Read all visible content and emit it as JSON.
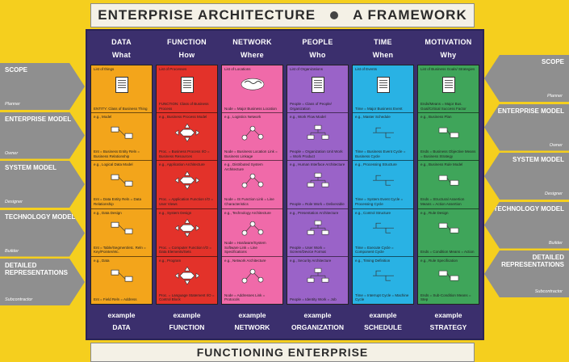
{
  "header": {
    "title_left": "ENTERPRISE ARCHITECTURE",
    "title_right": "A FRAMEWORK"
  },
  "footer": {
    "title": "FUNCTIONING ENTERPRISE"
  },
  "rows": [
    {
      "label": "SCOPE",
      "sub": "Planner"
    },
    {
      "label": "ENTERPRISE MODEL",
      "sub": "Owner"
    },
    {
      "label": "SYSTEM MODEL",
      "sub": "Designer"
    },
    {
      "label": "TECHNOLOGY MODEL",
      "sub": "Builder"
    },
    {
      "label": "DETAILED REPRESENTATIONS",
      "sub": "Subcontractor"
    }
  ],
  "columns": [
    {
      "title": "DATA",
      "q": "What",
      "example": "example",
      "ex_name": "DATA",
      "color": "#f3a51b",
      "cells": [
        {
          "top": "List of things",
          "bottom": "ENTITY: Class of Business Thing"
        },
        {
          "top": "e.g., Model",
          "bottom": "Ent = Business Entity Reln = Business Relationship"
        },
        {
          "top": "e.g., Logical Data Model",
          "bottom": "Ent = Data Entity Reln = Data Relationship"
        },
        {
          "top": "e.g., Data Design",
          "bottom": "Ent = Table/Segment/etc. Reln = Key/Pointer/etc."
        },
        {
          "top": "e.g., Data",
          "bottom": "Ent = Field Reln = Address"
        }
      ]
    },
    {
      "title": "FUNCTION",
      "q": "How",
      "example": "example",
      "ex_name": "FUNCTION",
      "color": "#e3322a",
      "cells": [
        {
          "top": "List of Processes",
          "bottom": "FUNCTION: Class of Business Process"
        },
        {
          "top": "e.g., Business Process Model",
          "bottom": "Proc. = Business Process I/O = Business Resources"
        },
        {
          "top": "e.g., Application Architecture",
          "bottom": "Proc. = Application Function I/O = User Views"
        },
        {
          "top": "e.g., System Design",
          "bottom": "Proc. = Computer Function I/O = Data Elements/Sets"
        },
        {
          "top": "e.g., Program",
          "bottom": "Proc. = Language Statement I/O = Control Block"
        }
      ]
    },
    {
      "title": "NETWORK",
      "q": "Where",
      "example": "example",
      "ex_name": "NETWORK",
      "color": "#f06aa9",
      "cells": [
        {
          "top": "List of Locations",
          "bottom": "Node = Major Business Location"
        },
        {
          "top": "e.g., Logistics Network",
          "bottom": "Node = Business Location Link = Business Linkage"
        },
        {
          "top": "e.g., Distributed System Architecture",
          "bottom": "Node = IS Function Link = Line Characteristics"
        },
        {
          "top": "e.g., Technology Architecture",
          "bottom": "Node = Hardware/System Software Link = Line Specifications"
        },
        {
          "top": "e.g., Network Architecture",
          "bottom": "Node = Addresses Link = Protocols"
        }
      ]
    },
    {
      "title": "PEOPLE",
      "q": "Who",
      "example": "example",
      "ex_name": "ORGANIZATION",
      "color": "#9a63c8",
      "cells": [
        {
          "top": "List of Organizations",
          "bottom": "People = Class of People/ Organization"
        },
        {
          "top": "e.g., Work Flow Model",
          "bottom": "People = Organization Unit Work = Work Product"
        },
        {
          "top": "e.g., Human Interface Architecture",
          "bottom": "People = Role Work = Deliverable"
        },
        {
          "top": "e.g., Presentation Architecture",
          "bottom": "People = User Work = Screen/Device Format"
        },
        {
          "top": "e.g., Security Architecture",
          "bottom": "People = Identity Work = Job"
        }
      ]
    },
    {
      "title": "TIME",
      "q": "When",
      "example": "example",
      "ex_name": "SCHEDULE",
      "color": "#29b2e4",
      "cells": [
        {
          "top": "List of Events",
          "bottom": "Time = Major Business Event"
        },
        {
          "top": "e.g., Master Schedule",
          "bottom": "Time = Business Event Cycle = Business Cycle"
        },
        {
          "top": "e.g., Processing Structure",
          "bottom": "Time = System Event Cycle = Processing Cycle"
        },
        {
          "top": "e.g., Control Structure",
          "bottom": "Time = Execute Cycle = Component Cycle"
        },
        {
          "top": "e.g., Timing Definition",
          "bottom": "Time = Interrupt Cycle = Machine Cycle"
        }
      ]
    },
    {
      "title": "MOTIVATION",
      "q": "Why",
      "example": "example",
      "ex_name": "STRATEGY",
      "color": "#3fa55a",
      "cells": [
        {
          "top": "List of Business Goals/ Strategies",
          "bottom": "Ends/Means = Major Bus. Goal/Critical Success Factor"
        },
        {
          "top": "e.g., Business Plan",
          "bottom": "Ends = Business Objective Means = Business Strategy"
        },
        {
          "top": "e.g., Business Rule Model",
          "bottom": "Ends = Structural Assertion Means = Action Assertion"
        },
        {
          "top": "e.g., Rule Design",
          "bottom": "Ends = Condition Means = Action"
        },
        {
          "top": "e.g., Rule Specification",
          "bottom": "Ends = Sub-Condition Means = Step"
        }
      ]
    }
  ]
}
